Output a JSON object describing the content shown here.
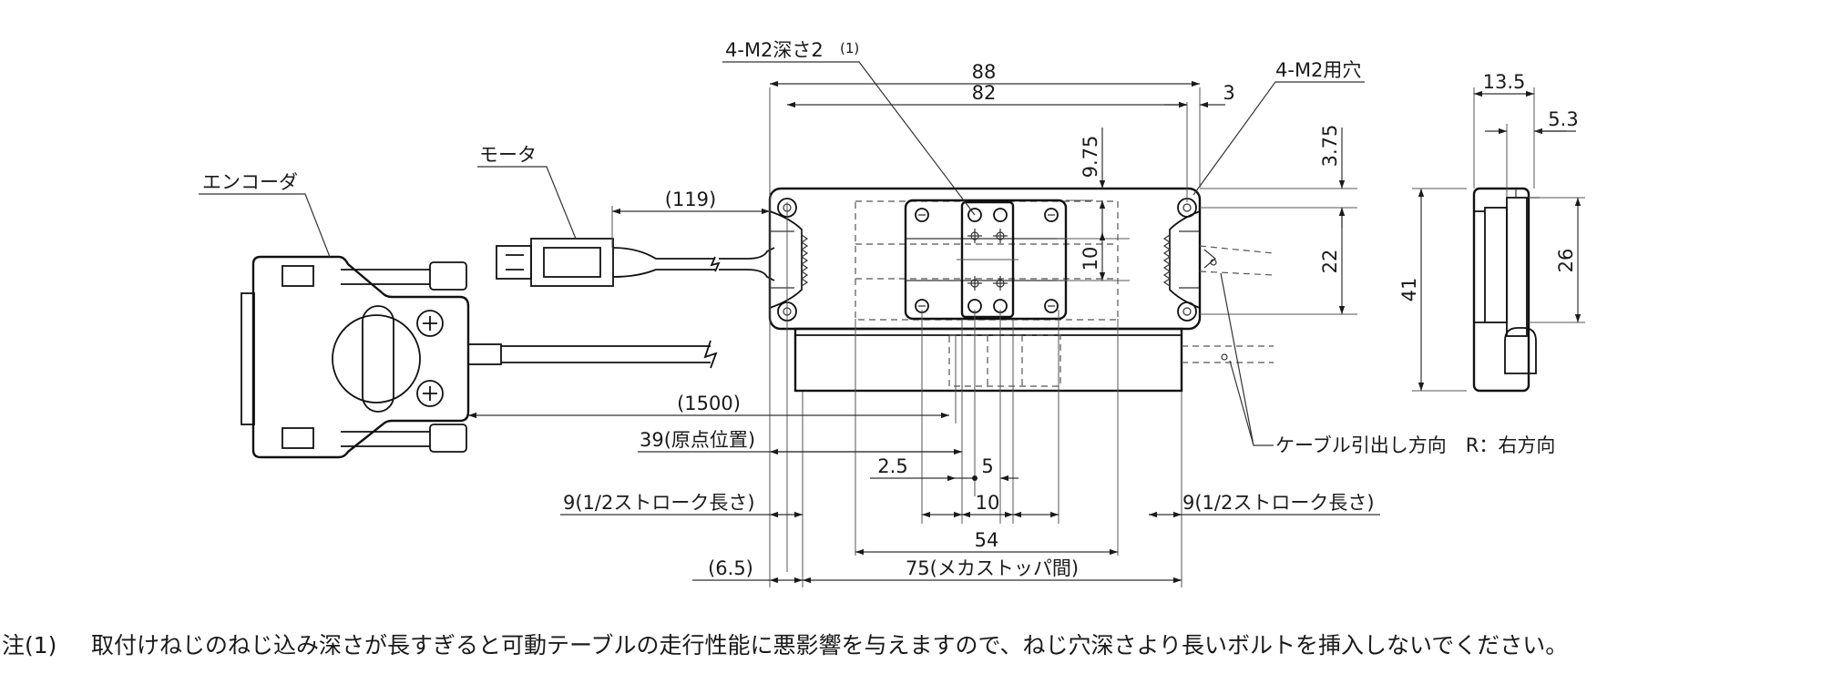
{
  "labels": {
    "encoder": "エンコーダ",
    "motor": "モータ",
    "tap_holes": "4-M2深さ2",
    "tap_note_ref": "(1)",
    "mount_holes": "4-M2用穴",
    "cable_direction": "ケーブル引出し方向　R：右方向"
  },
  "dimensions": {
    "overall_length": "88",
    "inner_length": "82",
    "edge_offset": "3",
    "motor_cable": "(119)",
    "encoder_cable": "(1500)",
    "origin": "39(原点位置)",
    "half_stroke_left": "9(1/2ストローク長さ)",
    "half_stroke_right": "9(1/2ストローク長さ)",
    "offset_2_5": "2.5",
    "offset_5": "5",
    "pitch_10_h": "10",
    "pitch_54": "54",
    "mech_stop": "75(メカストッパ間)",
    "end_offset": "(6.5)",
    "top_9_75": "9.75",
    "pitch_10_v": "10",
    "top_3_75": "3.75",
    "height_22": "22",
    "side_13_5": "13.5",
    "side_5_3": "5.3",
    "side_41": "41",
    "side_26": "26"
  },
  "footnote": {
    "ref": "注(1)",
    "text": "取付けねじのねじ込み深さが長すぎると可動テーブルの走行性能に悪影響を与えますので、ねじ穴深さより長いボルトを挿入しないでください。"
  }
}
